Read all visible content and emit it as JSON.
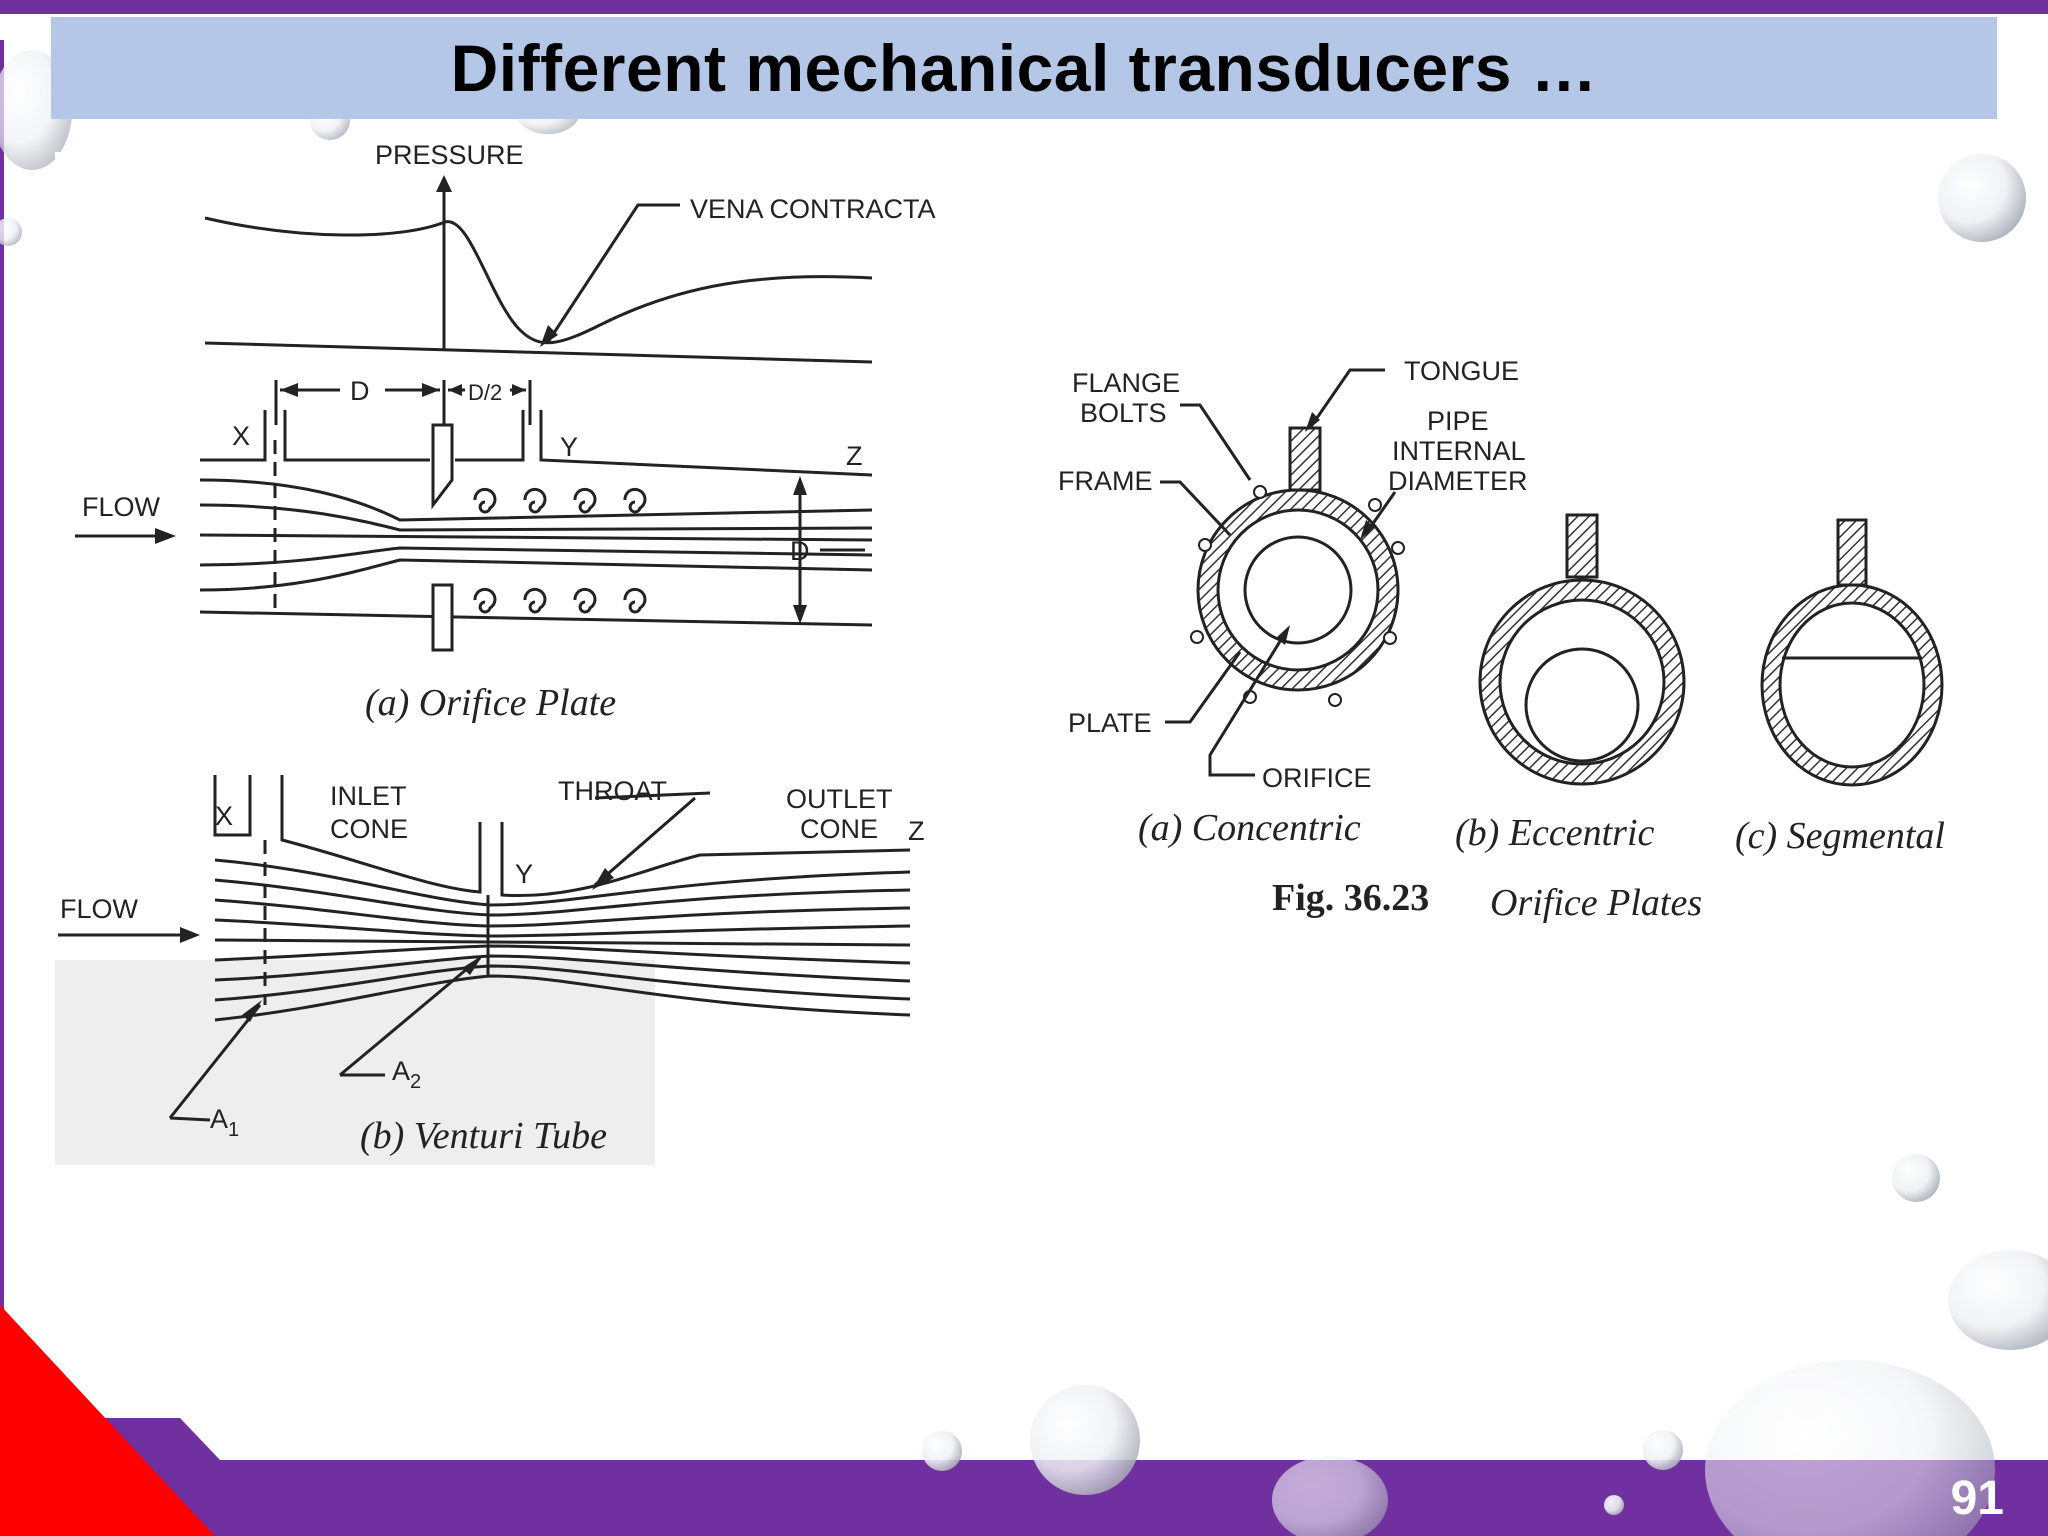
{
  "title": "Different mechanical transducers …",
  "page_number": "91",
  "orifice": {
    "pressure_label": "PRESSURE",
    "vena_contracta": "VENA CONTRACTA",
    "flow": "FLOW",
    "dim_d": "D",
    "dim_d2": "D/2",
    "pt_x": "X",
    "pt_y": "Y",
    "pt_z": "Z",
    "pipe_d": "D",
    "caption": "(a) Orifice Plate"
  },
  "venturi": {
    "pt_x": "X",
    "inlet1": "INLET",
    "inlet2": "CONE",
    "throat": "THROAT",
    "outlet1": "OUTLET",
    "outlet2": "CONE",
    "pt_z": "Z",
    "pt_y": "Y",
    "flow": "FLOW",
    "a1": "A",
    "a1_sub": "1",
    "a2": "A",
    "a2_sub": "2",
    "caption": "(b) Venturi Tube"
  },
  "plates": {
    "flange1": "FLANGE",
    "flange2": "BOLTS",
    "tongue": "TONGUE",
    "pipe1": "PIPE",
    "pipe2": "INTERNAL",
    "pipe3": "DIAMETER",
    "frame": "FRAME",
    "plate": "PLATE",
    "orifice": "ORIFICE",
    "cap_a": "(a) Concentric",
    "cap_b": "(b) Eccentric",
    "cap_c": "(c) Segmental",
    "fig_num": "Fig. 36.23",
    "fig_title": "Orifice Plates"
  },
  "colors": {
    "title_bar": "#b4c7e7",
    "purple": "#7030a0",
    "red": "#ff0000"
  }
}
